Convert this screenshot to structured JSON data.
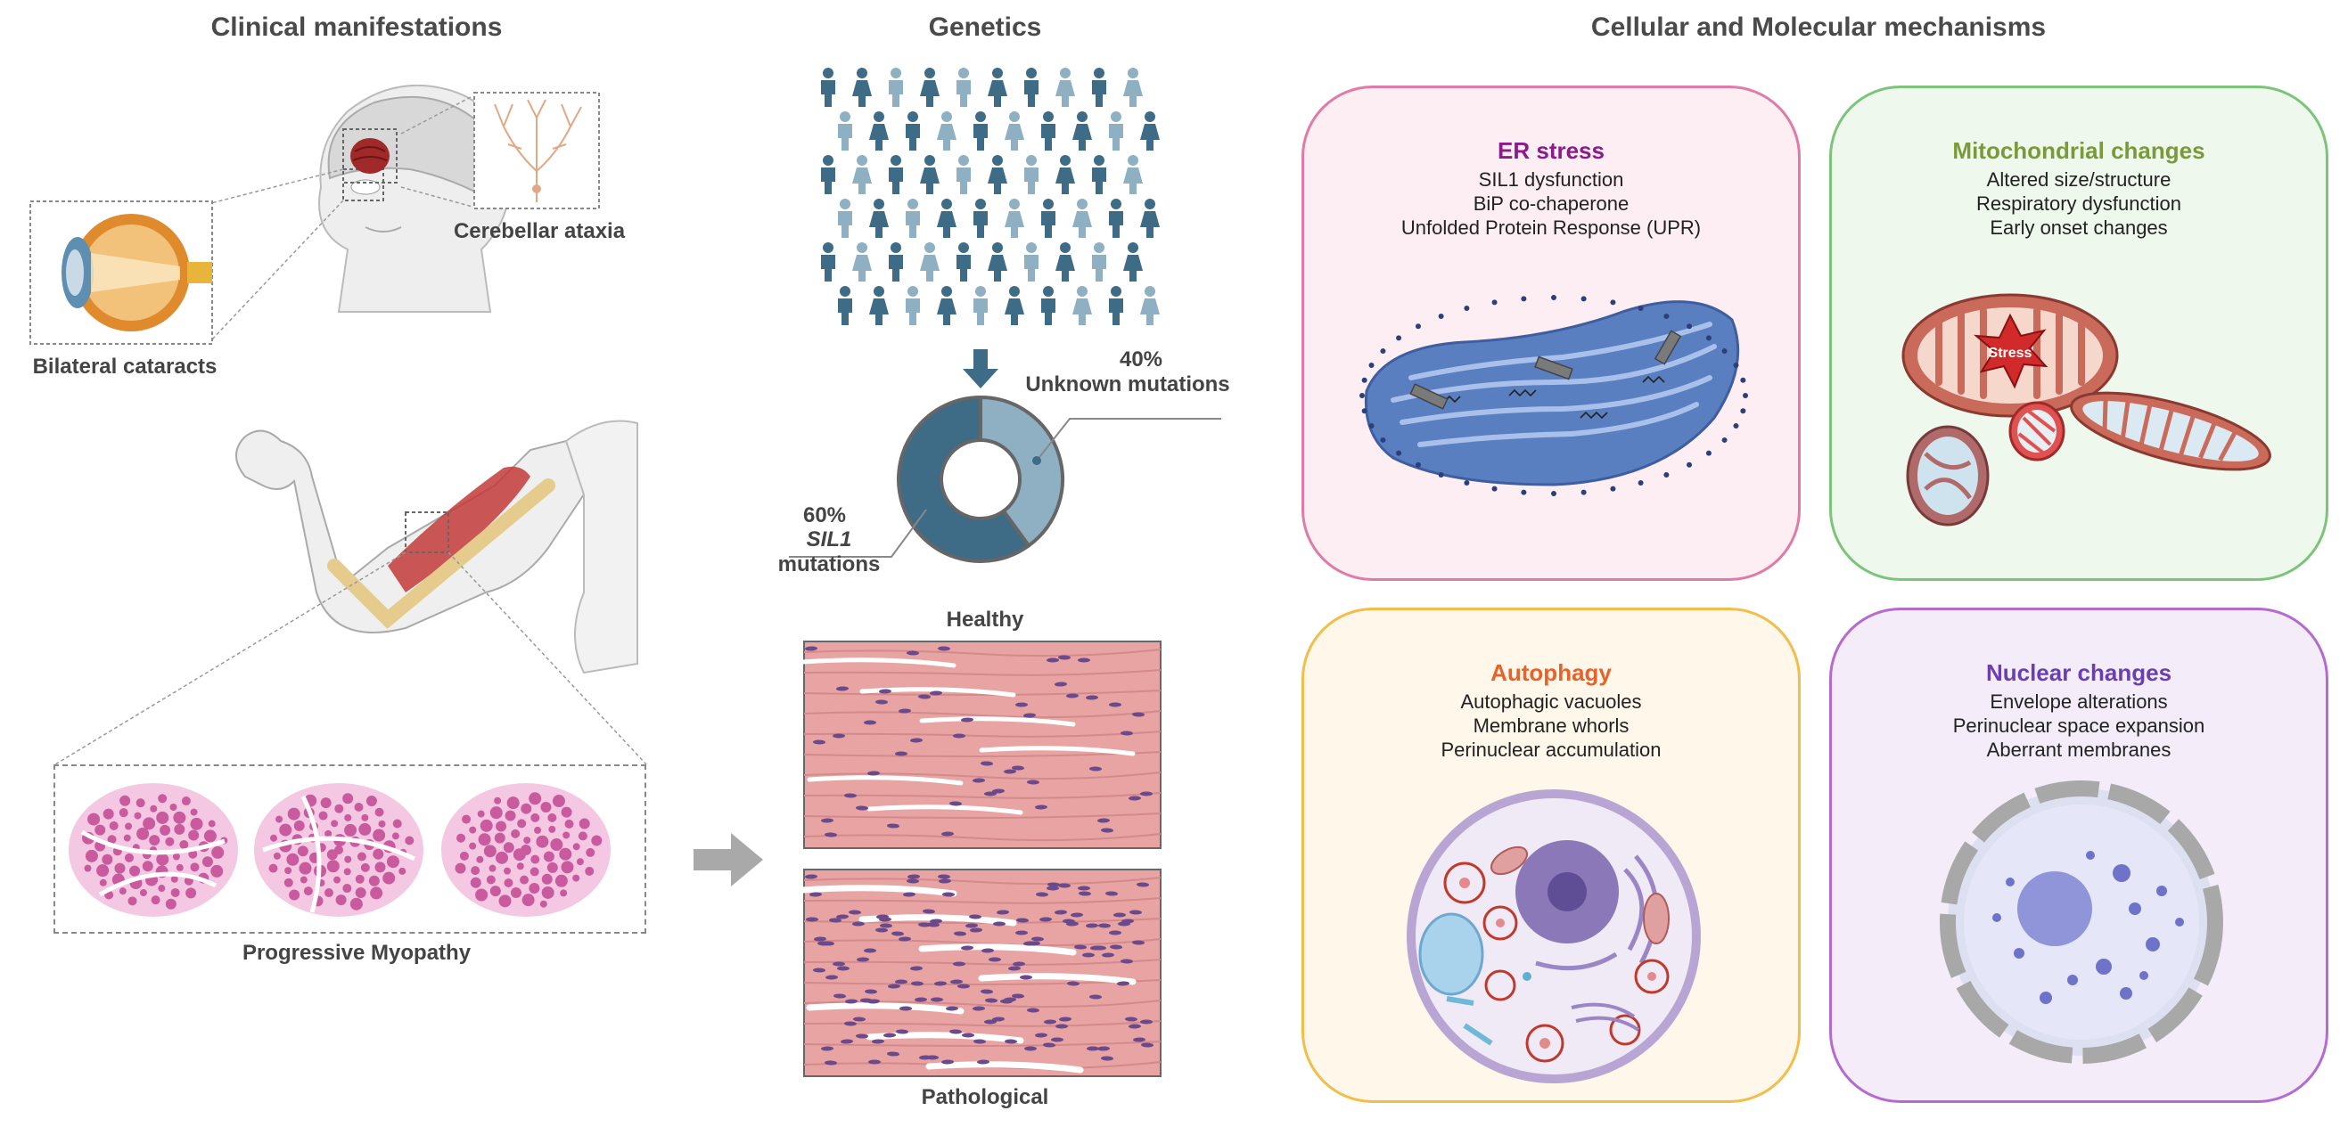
{
  "clinical": {
    "title": "Clinical manifestations",
    "cerebellar_label": "Cerebellar ataxia",
    "cataracts_label": "Bilateral cataracts",
    "myopathy_label": "Progressive Myopathy"
  },
  "genetics": {
    "title": "Genetics",
    "unknown_pct": "40%",
    "unknown_label": "Unknown mutations",
    "sil1_pct": "60%",
    "sil1_gene": "SIL1",
    "sil1_suffix": " mutations",
    "healthy_label": "Healthy",
    "pathological_label": "Pathological",
    "donut_fractions": [
      0.6,
      0.4
    ]
  },
  "mechanisms": {
    "title": "Cellular and Molecular mechanisms",
    "er": {
      "title": "ER stress",
      "lines": [
        "SIL1 dysfunction",
        "BiP co-chaperone",
        "Unfolded Protein Response (UPR)"
      ],
      "color": "#8b1a8b"
    },
    "mito": {
      "title": "Mitochondrial changes",
      "lines": [
        "Altered size/structure",
        "Respiratory dysfunction",
        "Early onset changes"
      ],
      "color": "#7a9a3a",
      "stress_label": "Stress"
    },
    "autophagy": {
      "title": "Autophagy",
      "lines": [
        "Autophagic vacuoles",
        "Membrane whorls",
        "Perinuclear accumulation"
      ],
      "color": "#e8622a"
    },
    "nuclear": {
      "title": "Nuclear changes",
      "lines": [
        "Envelope alterations",
        "Perinuclear space expansion",
        "Aberrant membranes"
      ],
      "color": "#6a3fb0"
    }
  },
  "colors": {
    "dark_person": "#3e6b86",
    "light_person": "#8fb0c2",
    "muscle": "#e8a3a3",
    "tissue": "#d97fb8"
  }
}
